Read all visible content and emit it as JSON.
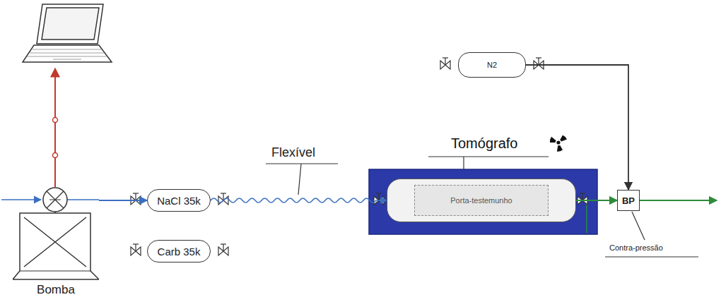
{
  "diagram": {
    "nodes": [
      {
        "text": [
          "Bomba"
        ]
      },
      {
        "text": [
          "NaCl 35k"
        ]
      },
      {
        "text": [
          "Carb 35k"
        ]
      },
      {
        "text": [
          "Tomógrafo"
        ]
      },
      {
        "text": [
          "Porta-testemunho"
        ],
        "in": 3
      },
      {
        "text": [
          "N2"
        ]
      },
      {
        "text": [
          "BP"
        ]
      }
    ],
    "edges": [
      {
        "from": 0,
        "to": 1,
        "arrow": "to"
      },
      {
        "from": 1,
        "to": 4,
        "arrow": "to"
      },
      {
        "from": 4,
        "to": 6,
        "arrow": "to"
      },
      {
        "from": 5,
        "to": 6,
        "arrow": "to"
      }
    ],
    "labels": [
      "Flexível",
      "Contra-pressão"
    ]
  }
}
